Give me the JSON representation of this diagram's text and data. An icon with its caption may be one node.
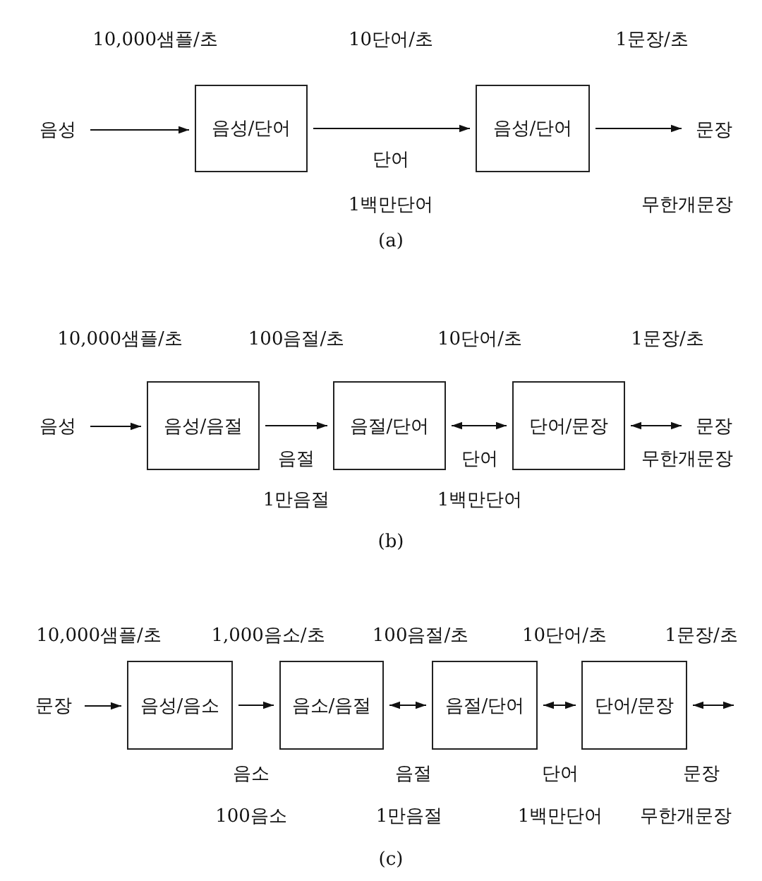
{
  "diagram": {
    "nodes": [
      {
        "text": [
          "음성"
        ]
      },
      {
        "text": [
          "음성/단어"
        ]
      },
      {
        "text": [
          "음성/단어"
        ]
      },
      {
        "text": [
          "문장"
        ]
      },
      {
        "text": [
          "음성"
        ]
      },
      {
        "text": [
          "음성/음절"
        ]
      },
      {
        "text": [
          "음절/단어"
        ]
      },
      {
        "text": [
          "단어/문장"
        ]
      },
      {
        "text": [
          "문장"
        ]
      },
      {
        "text": [
          "문장"
        ]
      },
      {
        "text": [
          "음성/음소"
        ]
      },
      {
        "text": [
          "음소/음절"
        ]
      },
      {
        "text": [
          "음절/단어"
        ]
      },
      {
        "text": [
          "단어/문장"
        ]
      }
    ],
    "edges": [
      {
        "from": 0,
        "to": 1,
        "arrow": "to"
      },
      {
        "from": 1,
        "to": 2,
        "arrow": "to"
      },
      {
        "from": 2,
        "to": 3,
        "arrow": "to"
      },
      {
        "from": 4,
        "to": 5,
        "arrow": "to"
      },
      {
        "from": 5,
        "to": 6,
        "arrow": "to"
      },
      {
        "from": 6,
        "to": 7,
        "arrow": "both"
      },
      {
        "from": 7,
        "to": 8,
        "arrow": "both"
      },
      {
        "from": 9,
        "to": 10,
        "arrow": "to"
      },
      {
        "from": 10,
        "to": 11,
        "arrow": "to"
      },
      {
        "from": 11,
        "to": 12,
        "arrow": "both"
      },
      {
        "from": 12,
        "to": 13,
        "arrow": "both"
      },
      {
        "from": 13,
        "to": null,
        "arrow": "both"
      }
    ],
    "labels": [
      "10,000샘플/초",
      "10단어/초",
      "1문장/초",
      "단어",
      "1백만단어",
      "무한개문장",
      "(a)",
      "10,000샘플/초",
      "100음절/초",
      "10단어/초",
      "1문장/초",
      "음절",
      "단어",
      "무한개문장",
      "1만음절",
      "1백만단어",
      "(b)",
      "10,000샘플/초",
      "1,000음소/초",
      "100음절/초",
      "10단어/초",
      "1문장/초",
      "음소",
      "음절",
      "단어",
      "문장",
      "100음소",
      "1만음절",
      "1백만단어",
      "무한개문장",
      "(c)"
    ]
  }
}
